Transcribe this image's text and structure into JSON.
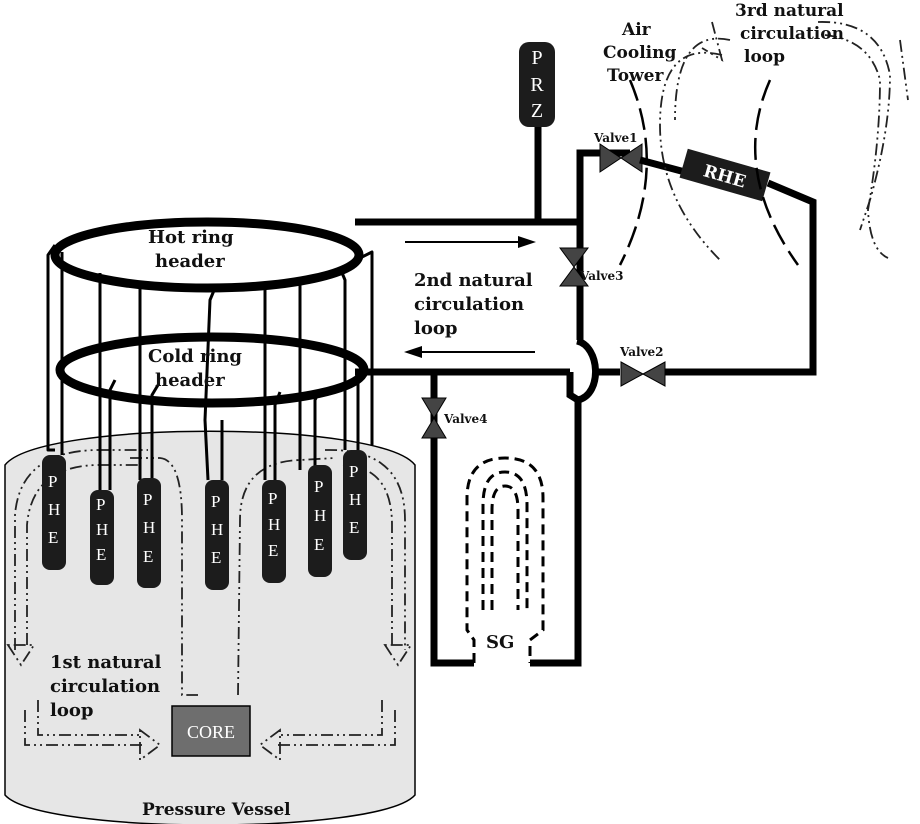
{
  "labels": {
    "hot_ring_line1": "Hot ring",
    "hot_ring_line2": "header",
    "cold_ring_line1": "Cold ring",
    "cold_ring_line2": "header",
    "loop2_line1": "2nd natural",
    "loop2_line2": "circulation",
    "loop2_line3": "loop",
    "loop1_line1": "1st natural",
    "loop1_line2": "circulation",
    "loop1_line3": "loop",
    "loop3_line1": "3rd natural",
    "loop3_line2": "circulation",
    "loop3_line3": "loop",
    "tower_line1": "Air",
    "tower_line2": "Cooling",
    "tower_line3": "Tower",
    "pressure_vessel": "Pressure Vessel",
    "core": "CORE",
    "sg": "SG",
    "rhe": "RHE",
    "prz": [
      "P",
      "R",
      "Z"
    ],
    "phe": [
      "P",
      "H",
      "E"
    ]
  },
  "valves": {
    "valve1": "Valve1",
    "valve2": "Valve2",
    "valve3": "Valve3",
    "valve4": "Valve4"
  },
  "colors": {
    "vessel_fill": "#e6e6e6",
    "core_fill": "#6e6e6e",
    "component_fill": "#1c1c1c",
    "valve_fill": "#444444"
  }
}
